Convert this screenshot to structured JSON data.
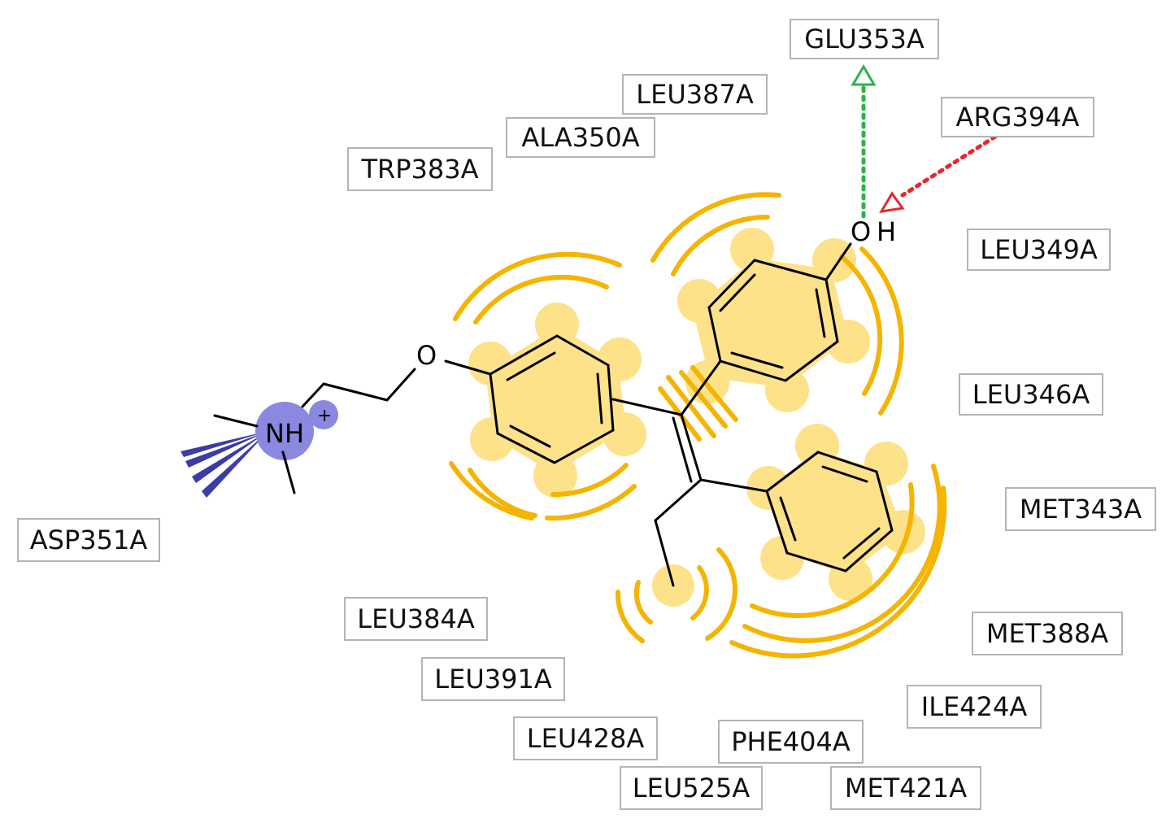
{
  "residues": [
    {
      "name": "GLU353A",
      "type": "hbond-acceptor"
    },
    {
      "name": "LEU387A",
      "type": "hydrophobic"
    },
    {
      "name": "ARG394A",
      "type": "hbond-donor"
    },
    {
      "name": "ALA350A",
      "type": "hydrophobic"
    },
    {
      "name": "TRP383A",
      "type": "hydrophobic"
    },
    {
      "name": "LEU349A",
      "type": "hydrophobic"
    },
    {
      "name": "LEU346A",
      "type": "hydrophobic"
    },
    {
      "name": "MET343A",
      "type": "hydrophobic"
    },
    {
      "name": "ASP351A",
      "type": "ionic"
    },
    {
      "name": "MET388A",
      "type": "hydrophobic"
    },
    {
      "name": "LEU384A",
      "type": "hydrophobic"
    },
    {
      "name": "ILE424A",
      "type": "hydrophobic"
    },
    {
      "name": "LEU391A",
      "type": "hydrophobic"
    },
    {
      "name": "PHE404A",
      "type": "hydrophobic"
    },
    {
      "name": "LEU428A",
      "type": "hydrophobic"
    },
    {
      "name": "LEU525A",
      "type": "hydrophobic"
    },
    {
      "name": "MET421A",
      "type": "hydrophobic"
    }
  ],
  "ligand_atoms": {
    "oxygen_ether": "O",
    "hydroxyl_o": "O",
    "hydroxyl_h": "H",
    "amine_n": "NH",
    "charge": "+"
  },
  "colors": {
    "hbond_acceptor_arrow": "#2db34a",
    "hbond_donor_arrow": "#e8262b",
    "hydrophobic_contact": "#f5b400",
    "hydrophobic_halo": "#fde28a",
    "ionic_charge": "#8a88e0",
    "ionic_rays": "#3c3ca6",
    "bond": "#000000",
    "residue_box_border": "#b4b4b4"
  }
}
